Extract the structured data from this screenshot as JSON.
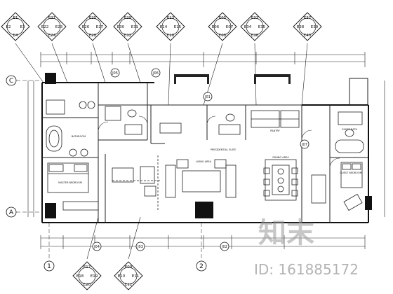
{
  "top_callouts": [
    {
      "lines": [
        "E1",
        "E2",
        "E3",
        "E4"
      ]
    },
    {
      "lines": [
        "E21",
        "E22",
        "E23",
        "E24"
      ]
    },
    {
      "lines": [
        "E25",
        "E26",
        "E27",
        "E28"
      ]
    },
    {
      "lines": [
        "E29",
        "E30",
        "E31",
        "E32"
      ]
    },
    {
      "lines": [
        "E13",
        "E14",
        "E15",
        "E16"
      ]
    },
    {
      "lines": [
        "E05",
        "E06",
        "E07",
        "E08"
      ]
    },
    {
      "lines": [
        "E33",
        "E34",
        "E35",
        "E36"
      ]
    },
    {
      "lines": [
        "E37",
        "E38",
        "E39",
        "E40"
      ]
    }
  ],
  "bottom_callouts": [
    {
      "lines": [
        "E17",
        "E18",
        "E19",
        "E20"
      ]
    },
    {
      "lines": [
        "E09",
        "E10",
        "E11",
        "E12"
      ]
    }
  ],
  "grid_rows": [
    "C",
    "A"
  ],
  "grid_cols": [
    "1",
    "2"
  ],
  "detail_tags": [
    "J05",
    "J06",
    "J04",
    "J03",
    "J02",
    "J01",
    "J07"
  ],
  "rooms": {
    "bathroom": "BATHROOM",
    "master_bedroom": "MASTER BEDROOM",
    "living": "LIVING AREA",
    "dining": "DINING AREA",
    "pantry": "PANTRY",
    "suite": "PRESIDENTIAL SUITE",
    "guest_bedroom": "GUEST BEDROOM",
    "guest_bath": "GUEST BATH"
  },
  "watermark": {
    "cn": "知末",
    "id": "ID: 161885172"
  }
}
